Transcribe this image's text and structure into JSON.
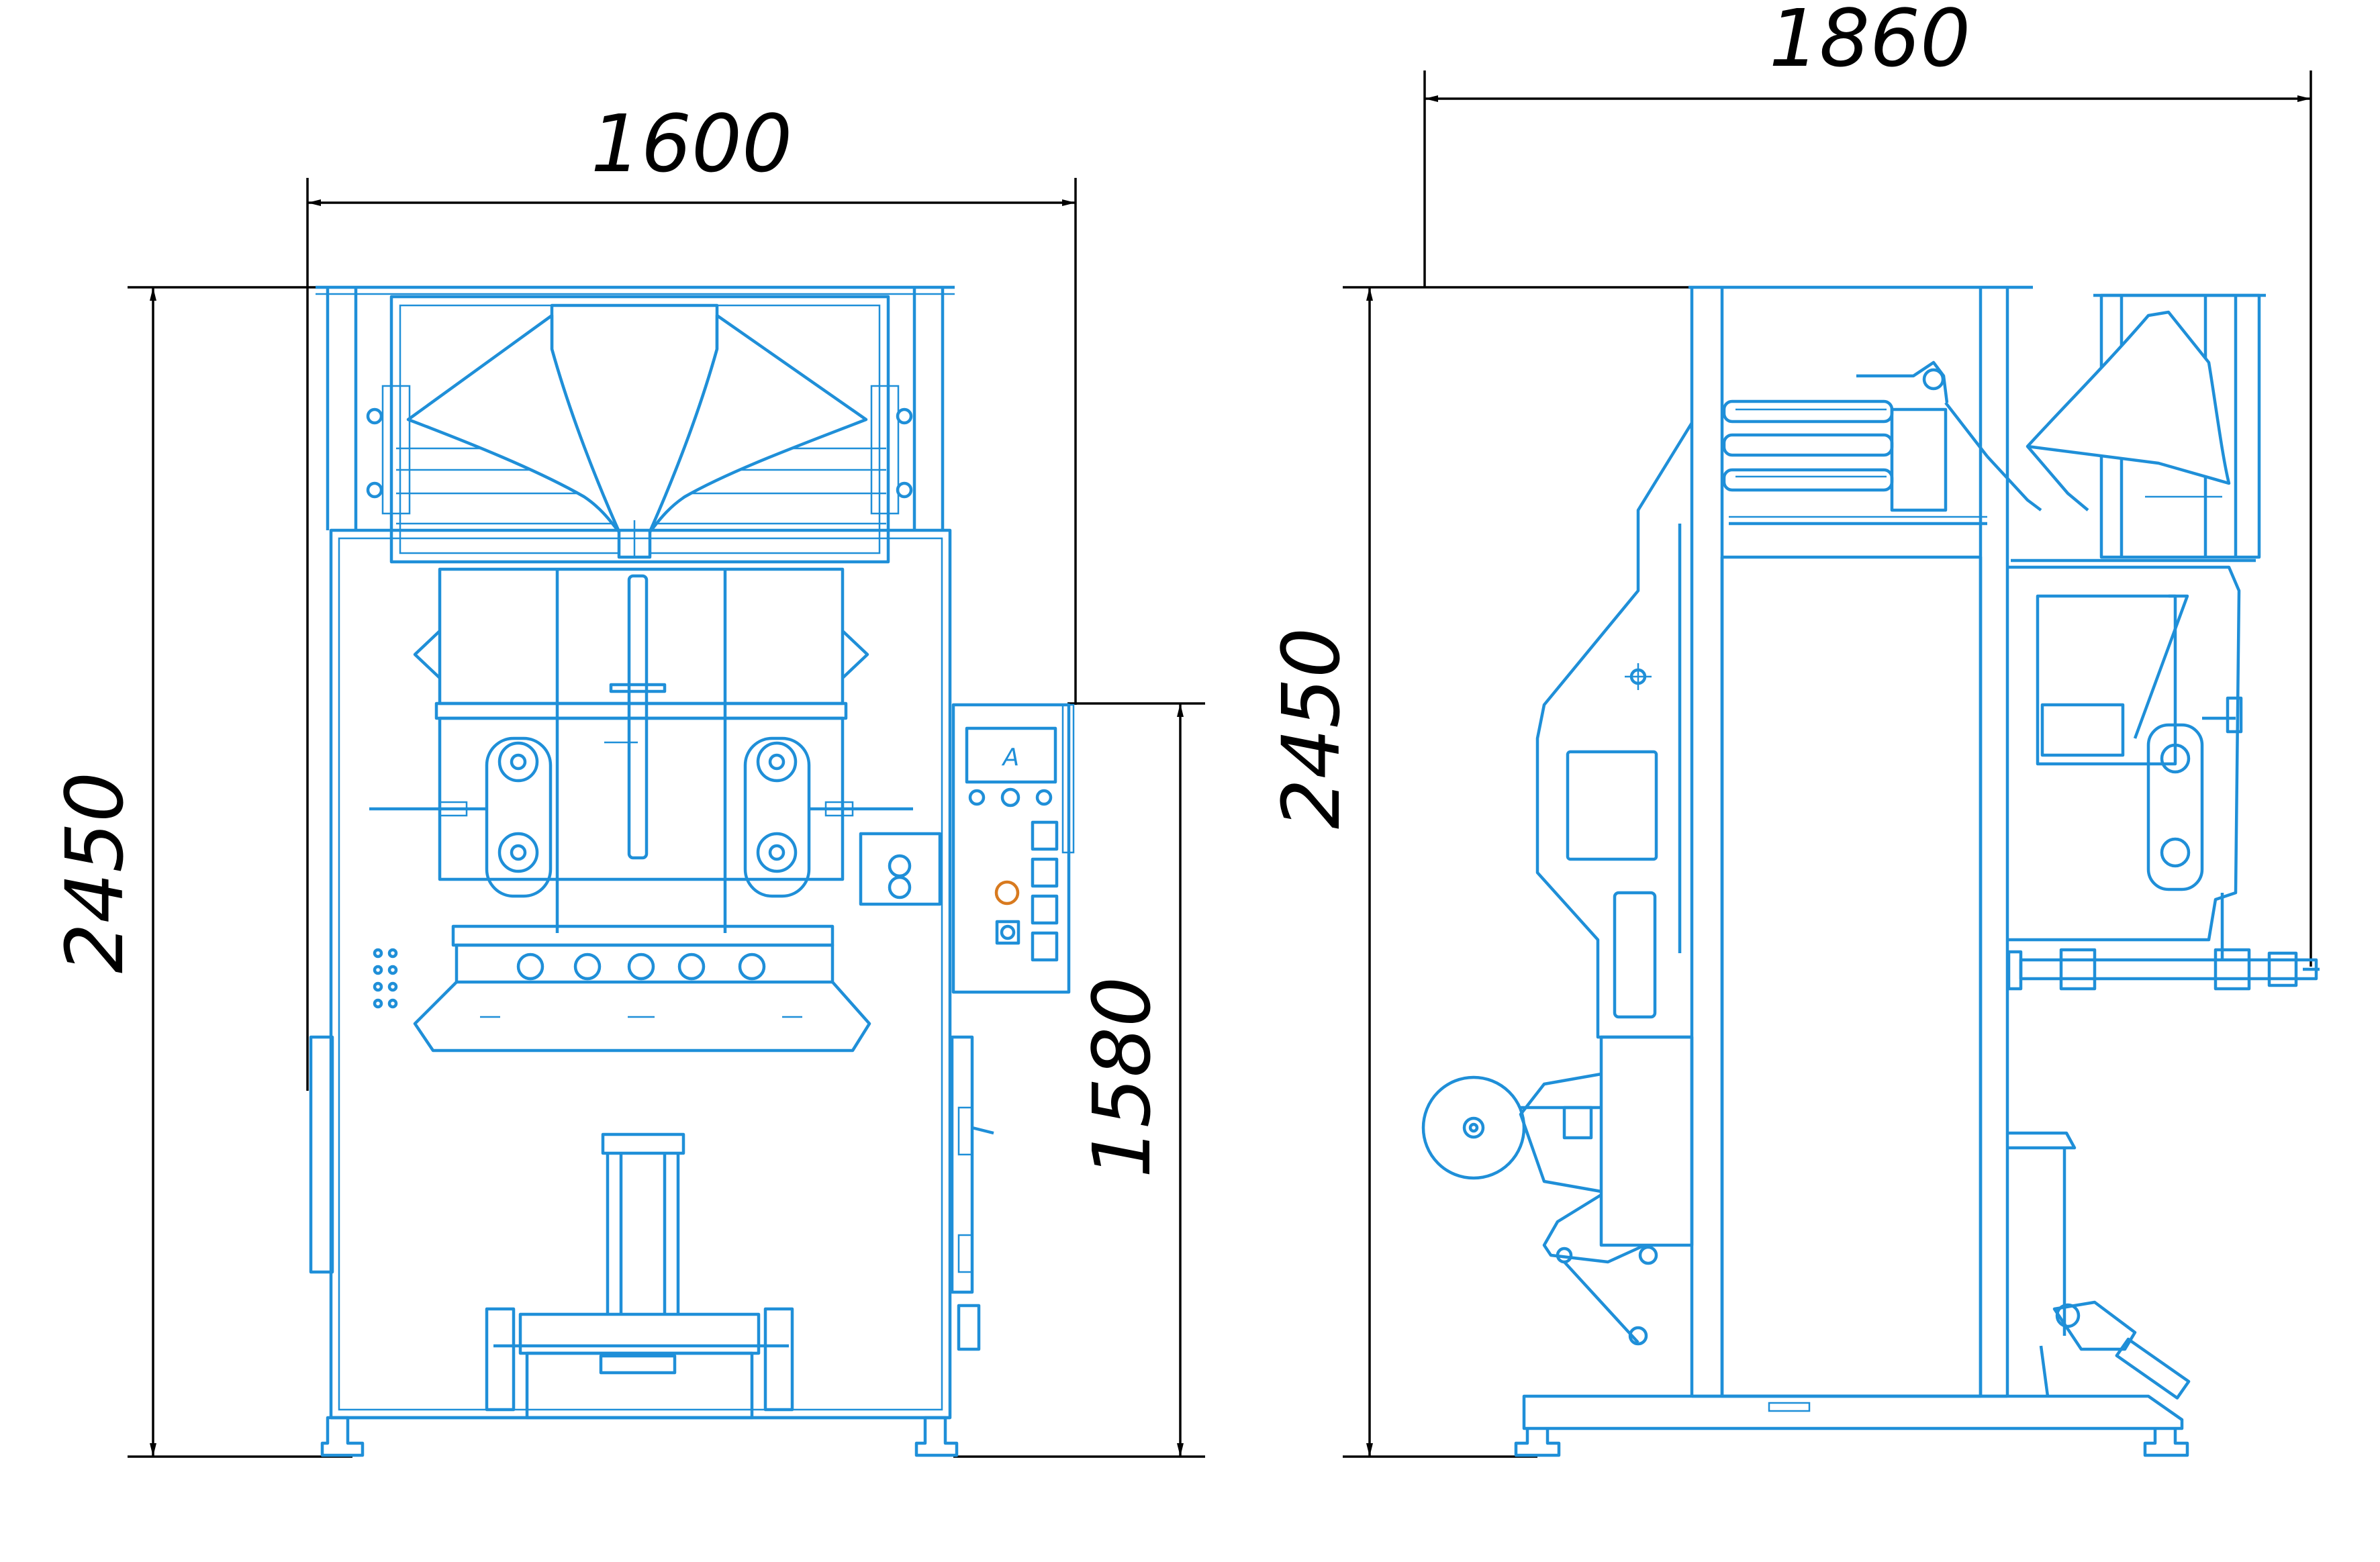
{
  "colors": {
    "machine_line": "#1f8fd8",
    "dimension_line": "#000000",
    "background": "#ffffff"
  },
  "front_view": {
    "dim_width": "1600",
    "dim_height": "2450",
    "dim_panel_height": "1580",
    "display_letter": "A"
  },
  "side_view": {
    "dim_width": "1860",
    "dim_height": "2450"
  }
}
